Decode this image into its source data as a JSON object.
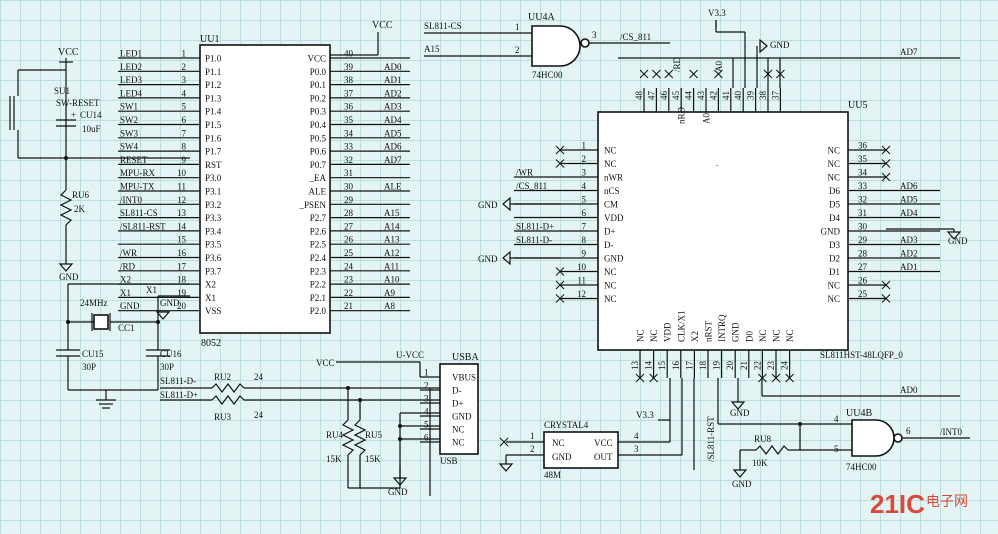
{
  "u1": {
    "ref": "UU1",
    "part": "8052",
    "left_pins": [
      {
        "name": "P1.0",
        "num": "1",
        "net": "LED1"
      },
      {
        "name": "P1.1",
        "num": "2",
        "net": "LED2"
      },
      {
        "name": "P1.2",
        "num": "3",
        "net": "LED3"
      },
      {
        "name": "P1.3",
        "num": "4",
        "net": "LED4"
      },
      {
        "name": "P1.4",
        "num": "5",
        "net": "SW1"
      },
      {
        "name": "P1.5",
        "num": "6",
        "net": "SW2"
      },
      {
        "name": "P1.6",
        "num": "7",
        "net": "SW3"
      },
      {
        "name": "P1.7",
        "num": "8",
        "net": "SW4"
      },
      {
        "name": "RST",
        "num": "9",
        "net": "RESET"
      },
      {
        "name": "P3.0",
        "num": "10",
        "net": "MPU-RX"
      },
      {
        "name": "P3.1",
        "num": "11",
        "net": "MPU-TX"
      },
      {
        "name": "P3.2",
        "num": "12",
        "net": "/INT0"
      },
      {
        "name": "P3.3",
        "num": "13",
        "net": "SL811-CS"
      },
      {
        "name": "P3.4",
        "num": "14",
        "net": "/SL811-RST"
      },
      {
        "name": "P3.5",
        "num": "15",
        "net": ""
      },
      {
        "name": "P3.6",
        "num": "16",
        "net": "/WR"
      },
      {
        "name": "P3.7",
        "num": "17",
        "net": "/RD"
      },
      {
        "name": "X2",
        "num": "18",
        "net": "X2"
      },
      {
        "name": "X1",
        "num": "19",
        "net": "X1"
      },
      {
        "name": "VSS",
        "num": "20",
        "net": "GND"
      }
    ],
    "right_pins": [
      {
        "name": "VCC",
        "num": "40",
        "net": ""
      },
      {
        "name": "P0.0",
        "num": "39",
        "net": "AD0"
      },
      {
        "name": "P0.1",
        "num": "38",
        "net": "AD1"
      },
      {
        "name": "P0.2",
        "num": "37",
        "net": "AD2"
      },
      {
        "name": "P0.3",
        "num": "36",
        "net": "AD3"
      },
      {
        "name": "P0.4",
        "num": "35",
        "net": "AD4"
      },
      {
        "name": "P0.5",
        "num": "34",
        "net": "AD5"
      },
      {
        "name": "P0.6",
        "num": "33",
        "net": "AD6"
      },
      {
        "name": "P0.7",
        "num": "32",
        "net": "AD7"
      },
      {
        "name": "_EA",
        "num": "31",
        "net": ""
      },
      {
        "name": "ALE",
        "num": "30",
        "net": "ALE"
      },
      {
        "name": "_PSEN",
        "num": "29",
        "net": ""
      },
      {
        "name": "P2.7",
        "num": "28",
        "net": "A15"
      },
      {
        "name": "P2.6",
        "num": "27",
        "net": "A14"
      },
      {
        "name": "P2.5",
        "num": "26",
        "net": "A13"
      },
      {
        "name": "P2.4",
        "num": "25",
        "net": "A12"
      },
      {
        "name": "P2.3",
        "num": "24",
        "net": "A11"
      },
      {
        "name": "P2.2",
        "num": "23",
        "net": "A10"
      },
      {
        "name": "P2.1",
        "num": "22",
        "net": "A9"
      },
      {
        "name": "P2.0",
        "num": "21",
        "net": "A8"
      }
    ]
  },
  "vcc_label": "VCC",
  "gnd_label": "GND",
  "u4a": {
    "ref": "UU4A",
    "part": "74HC00",
    "in1": "SL811-CS",
    "in2": "A15",
    "out": "/CS_811",
    "pin_in1": "1",
    "pin_in2": "2",
    "pin_out": "3"
  },
  "u4b": {
    "ref": "UU4B",
    "part": "74HC00",
    "out": "/INT0",
    "pin_in1": "4",
    "pin_in2": "5",
    "pin_out": "6"
  },
  "reset": {
    "switch_ref": "SU1",
    "switch_part": "SW-RESET",
    "cap_ref": "CU14",
    "cap_val": "10uF",
    "res_ref": "RU6",
    "res_val": "2K"
  },
  "crystal": {
    "freq": "24MHz",
    "ref": "CC1",
    "c1_ref": "CU15",
    "c1_val": "30P",
    "c2_ref": "CU16",
    "c2_val": "30P"
  },
  "usb": {
    "ref": "USBA",
    "part": "USB",
    "pins": [
      "VBUS",
      "D-",
      "D+",
      "GND",
      "NC",
      "NC"
    ],
    "nums": [
      "1",
      "2",
      "3",
      "4",
      "5",
      "6"
    ],
    "vbus_net": "U-VCC",
    "dm_net": "SL811-D-",
    "dp_net": "SL811-D+"
  },
  "series_r": {
    "r2_ref": "RU2",
    "r3_ref": "RU3",
    "val": "24"
  },
  "pulldowns": {
    "r4_ref": "RU4",
    "r5_ref": "RU5",
    "val": "15K"
  },
  "crystal4": {
    "ref": "CRYSTAL4",
    "part": "48M",
    "pins": [
      "NC",
      "GND",
      "VCC",
      "OUT"
    ],
    "nums": [
      "1",
      "2",
      "4",
      "3"
    ]
  },
  "ru8": {
    "ref": "RU8",
    "val": "10K"
  },
  "u5": {
    "ref": "UU5",
    "part": "SL811HST-48LQFP_0",
    "left_pins": [
      {
        "name": "NC",
        "num": "1",
        "net": ""
      },
      {
        "name": "NC",
        "num": "2",
        "net": ""
      },
      {
        "name": "nWR",
        "num": "3",
        "net": "/WR"
      },
      {
        "name": "nCS",
        "num": "4",
        "net": "/CS_811"
      },
      {
        "name": "CM",
        "num": "5",
        "net": "GND"
      },
      {
        "name": "VDD",
        "num": "6",
        "net": ""
      },
      {
        "name": "D+",
        "num": "7",
        "net": "SL811-D+"
      },
      {
        "name": "D-",
        "num": "8",
        "net": "SL811-D-"
      },
      {
        "name": "GND",
        "num": "9",
        "net": "GND"
      },
      {
        "name": "NC",
        "num": "10",
        "net": ""
      },
      {
        "name": "NC",
        "num": "11",
        "net": ""
      },
      {
        "name": "NC",
        "num": "12",
        "net": ""
      }
    ],
    "right_pins": [
      {
        "name": "NC",
        "num": "36",
        "net": ""
      },
      {
        "name": "NC",
        "num": "35",
        "net": ""
      },
      {
        "name": "NC",
        "num": "34",
        "net": ""
      },
      {
        "name": "D6",
        "num": "33",
        "net": "AD6"
      },
      {
        "name": "D5",
        "num": "32",
        "net": "AD5"
      },
      {
        "name": "D4",
        "num": "31",
        "net": "AD4"
      },
      {
        "name": "GND",
        "num": "30",
        "net": ""
      },
      {
        "name": "D3",
        "num": "29",
        "net": "AD3"
      },
      {
        "name": "D2",
        "num": "28",
        "net": "AD2"
      },
      {
        "name": "D1",
        "num": "27",
        "net": "AD1"
      },
      {
        "name": "NC",
        "num": "26",
        "net": ""
      },
      {
        "name": "NC",
        "num": "25",
        "net": ""
      }
    ],
    "bottom_pins": [
      {
        "name": "NC",
        "num": "13"
      },
      {
        "name": "NC",
        "num": "14"
      },
      {
        "name": "VDD",
        "num": "15"
      },
      {
        "name": "CLK/X1",
        "num": "16"
      },
      {
        "name": "X2",
        "num": "17"
      },
      {
        "name": "nRST",
        "num": "18"
      },
      {
        "name": "INTRQ",
        "num": "19"
      },
      {
        "name": "GND",
        "num": "20"
      },
      {
        "name": "D0",
        "num": "21"
      },
      {
        "name": "NC",
        "num": "22"
      },
      {
        "name": "NC",
        "num": "23"
      },
      {
        "name": "NC",
        "num": "24"
      }
    ],
    "top_pins": [
      {
        "name": "",
        "num": "48"
      },
      {
        "name": "",
        "num": "47"
      },
      {
        "name": "",
        "num": "46"
      },
      {
        "name": "nRD",
        "num": "45"
      },
      {
        "name": "",
        "num": "44"
      },
      {
        "name": "A0",
        "num": "43"
      },
      {
        "name": "",
        "num": "42"
      },
      {
        "name": "",
        "num": "41"
      },
      {
        "name": "",
        "num": "40"
      },
      {
        "name": "",
        "num": "39"
      },
      {
        "name": "",
        "num": "38"
      },
      {
        "name": "",
        "num": "37"
      }
    ],
    "top_nets": {
      "rd": "/RD",
      "a0": "A0",
      "ad7": "AD7"
    },
    "v33": "V3.3",
    "bottom_nets": {
      "rst": "/SL811-RST",
      "ad0": "AD0"
    }
  },
  "watermark": {
    "logo": "21IC",
    "cn": "电子网"
  }
}
